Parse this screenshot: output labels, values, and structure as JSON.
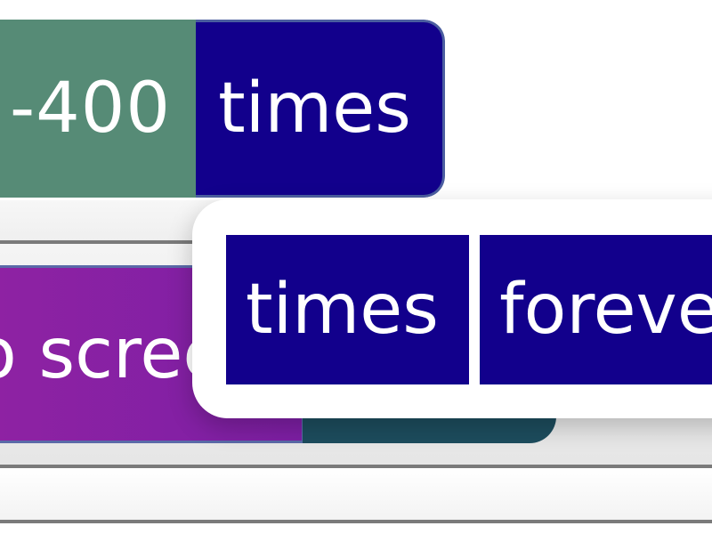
{
  "top_block": {
    "value": "-400",
    "word": "times"
  },
  "script_row": {
    "purple_label": "o screen"
  },
  "dropdown": {
    "options": [
      {
        "label": "times"
      },
      {
        "label": "foreve"
      }
    ]
  },
  "colors": {
    "value_slot": "#568b76",
    "word_block": "#12008c",
    "purple_block": "#8e22a3",
    "teal_block": "#1d4d5e",
    "separator": "#7a7a7a"
  }
}
